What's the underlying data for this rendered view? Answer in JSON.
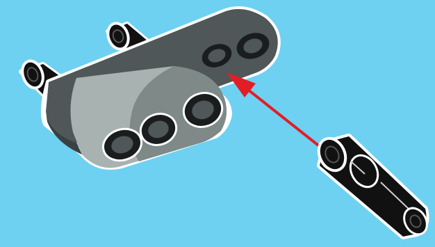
{
  "diagram": {
    "kind": "assembly-instruction",
    "background_color": "#6ED1F2",
    "colors": {
      "beam_light": "#A7B2B1",
      "beam_dark": "#4F5758",
      "beam_shadow": "#3A4142",
      "pin": "#111111",
      "outline": "#FFFFFF",
      "arrow": "#E21E25"
    },
    "parts": [
      {
        "id": "lift-arm-beam",
        "icon": "technic-beam-5-hole",
        "count": 1
      },
      {
        "id": "axle-pins",
        "icon": "technic-pin",
        "count": 3
      },
      {
        "id": "loose-pin",
        "icon": "technic-pin-long",
        "count": 1
      }
    ],
    "arrow": {
      "from": "loose-pin",
      "to": "lift-arm-beam"
    }
  }
}
